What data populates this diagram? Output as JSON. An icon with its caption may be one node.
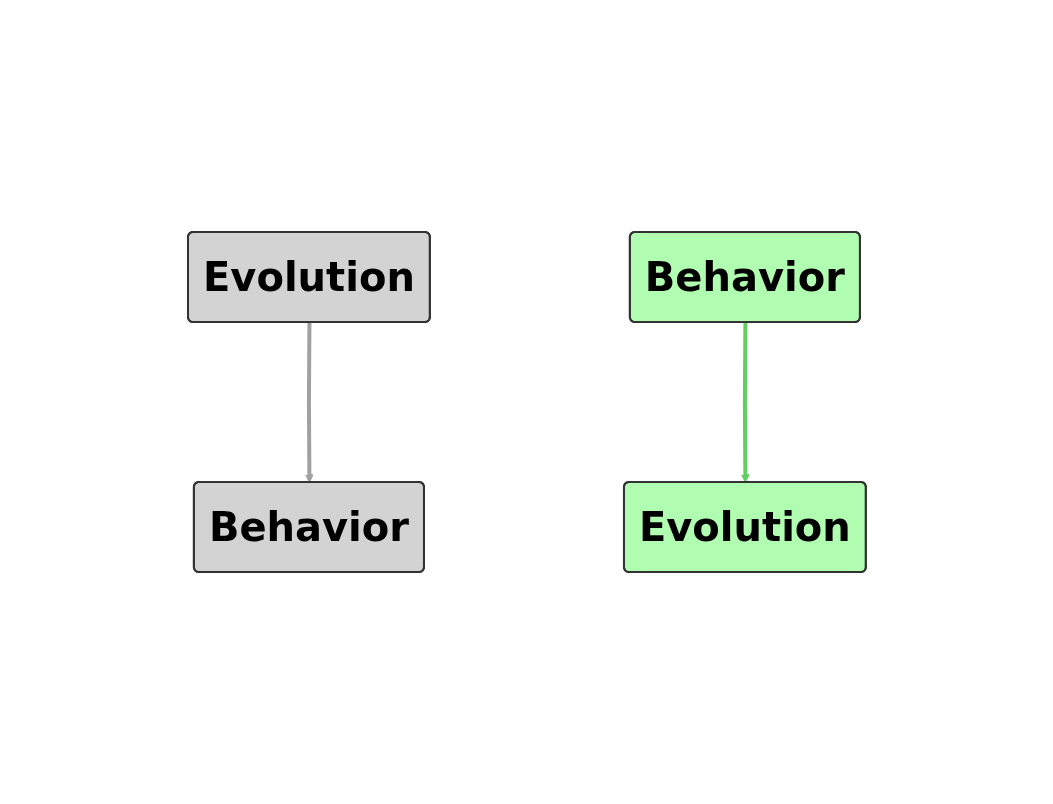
{
  "diagram": {
    "nodes": [
      {
        "text": [
          "Evolution"
        ]
      },
      {
        "text": [
          "Behavior"
        ]
      },
      {
        "text": [
          "Evolution"
        ]
      },
      {
        "text": [
          "Behavior"
        ]
      }
    ],
    "edges": [
      {
        "from": 0,
        "to": 1,
        "arrow": "to",
        "color": "#a0a0a0"
      },
      {
        "from": 3,
        "to": 2,
        "arrow": "to",
        "color": "#5fcf5f"
      }
    ]
  }
}
